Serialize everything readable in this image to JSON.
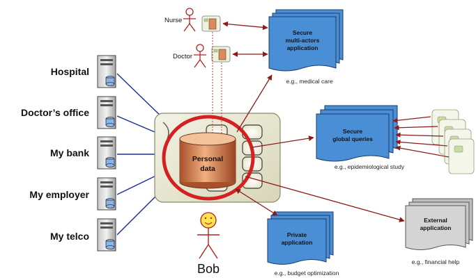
{
  "sources": [
    {
      "label": "Hospital"
    },
    {
      "label": "Doctor’s office"
    },
    {
      "label": "My bank"
    },
    {
      "label": "My employer"
    },
    {
      "label": "My telco"
    }
  ],
  "actors": {
    "nurse": "Nurse",
    "doctor": "Doctor",
    "user": "Bob"
  },
  "center": {
    "line1": "Personal",
    "line2": "data"
  },
  "apps": {
    "medical": {
      "line1": "Secure",
      "line2": "multi-actors",
      "line3": "application",
      "caption": "e.g., medical care"
    },
    "queries": {
      "line1": "Secure",
      "line2": "global queries",
      "caption": "e.g., epidemiological study"
    },
    "private": {
      "line1": "Private",
      "line2": "application",
      "caption": "e.g., budget optimization"
    },
    "external": {
      "line1": "External",
      "line2": "application",
      "caption": "e.g., financial help"
    }
  },
  "colors": {
    "app_blue": "#4a8fd6",
    "arrow_dark_red": "#8b1a1a",
    "source_arrow_blue": "#1a2a9c",
    "ring_red": "#d42020",
    "cylinder_orange": "#d98b5f",
    "card_green": "#e8f0d0",
    "external_gray": "#bdbdbd",
    "face_yellow": "#ffe44d"
  }
}
